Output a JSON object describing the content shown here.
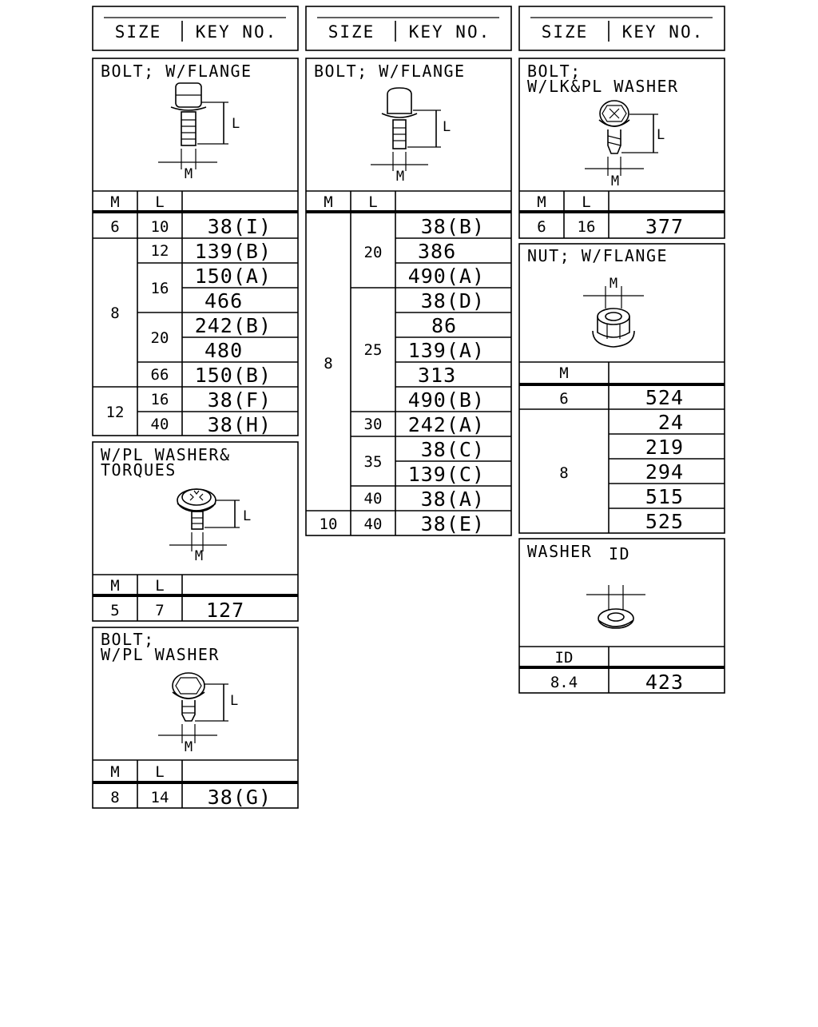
{
  "header": {
    "size_label": "SIZE",
    "key_label": "KEY NO."
  },
  "col_labels": {
    "m": "M",
    "l": "L",
    "id": "ID"
  },
  "dim_labels": {
    "l": "L",
    "m": "M"
  },
  "bolt_flange_1": {
    "title": "BOLT; W/FLANGE",
    "rows": [
      {
        "m": "6",
        "l": "10",
        "key": "38(I)"
      },
      {
        "m": "8",
        "l": "12",
        "key": "139(B)"
      },
      {
        "m": "8",
        "l": "16",
        "key": "150(A)"
      },
      {
        "m": "8",
        "l": "16",
        "key": "466"
      },
      {
        "m": "8",
        "l": "20",
        "key": "242(B)"
      },
      {
        "m": "8",
        "l": "20",
        "key": "480"
      },
      {
        "m": "8",
        "l": "66",
        "key": "150(B)"
      },
      {
        "m": "12",
        "l": "16",
        "key": "38(F)"
      },
      {
        "m": "12",
        "l": "40",
        "key": "38(H)"
      }
    ]
  },
  "wpl_torques": {
    "title_line1": "W/PL WASHER&",
    "title_line2": "TORQUES",
    "rows": [
      {
        "m": "5",
        "l": "7",
        "key": "127"
      }
    ]
  },
  "bolt_wpl_washer": {
    "title_line1": "BOLT;",
    "title_line2": "W/PL WASHER",
    "rows": [
      {
        "m": "8",
        "l": "14",
        "key": "38(G)"
      }
    ]
  },
  "bolt_flange_2": {
    "title": "BOLT; W/FLANGE",
    "rows": [
      {
        "m": "8",
        "l": "20",
        "key": "38(B)"
      },
      {
        "m": "8",
        "l": "20",
        "key": "386"
      },
      {
        "m": "8",
        "l": "20",
        "key": "490(A)"
      },
      {
        "m": "8",
        "l": "25",
        "key": "38(D)"
      },
      {
        "m": "8",
        "l": "25",
        "key": "86"
      },
      {
        "m": "8",
        "l": "25",
        "key": "139(A)"
      },
      {
        "m": "8",
        "l": "25",
        "key": "313"
      },
      {
        "m": "8",
        "l": "25",
        "key": "490(B)"
      },
      {
        "m": "8",
        "l": "30",
        "key": "242(A)"
      },
      {
        "m": "8",
        "l": "35",
        "key": "38(C)"
      },
      {
        "m": "8",
        "l": "35",
        "key": "139(C)"
      },
      {
        "m": "8",
        "l": "40",
        "key": "38(A)"
      },
      {
        "m": "10",
        "l": "40",
        "key": "38(E)"
      }
    ]
  },
  "bolt_lk_pl_washer": {
    "title_line1": "BOLT;",
    "title_line2": "W/LK&PL WASHER",
    "rows": [
      {
        "m": "6",
        "l": "16",
        "key": "377"
      }
    ]
  },
  "nut_flange": {
    "title": "NUT; W/FLANGE",
    "rows": [
      {
        "m": "6",
        "key": "524"
      },
      {
        "m": "8",
        "key": "24"
      },
      {
        "m": "8",
        "key": "219"
      },
      {
        "m": "8",
        "key": "294"
      },
      {
        "m": "8",
        "key": "515"
      },
      {
        "m": "8",
        "key": "525"
      }
    ]
  },
  "washer": {
    "title": "WASHER",
    "id_label": "ID",
    "rows": [
      {
        "id": "8.4",
        "key": "423"
      }
    ]
  }
}
